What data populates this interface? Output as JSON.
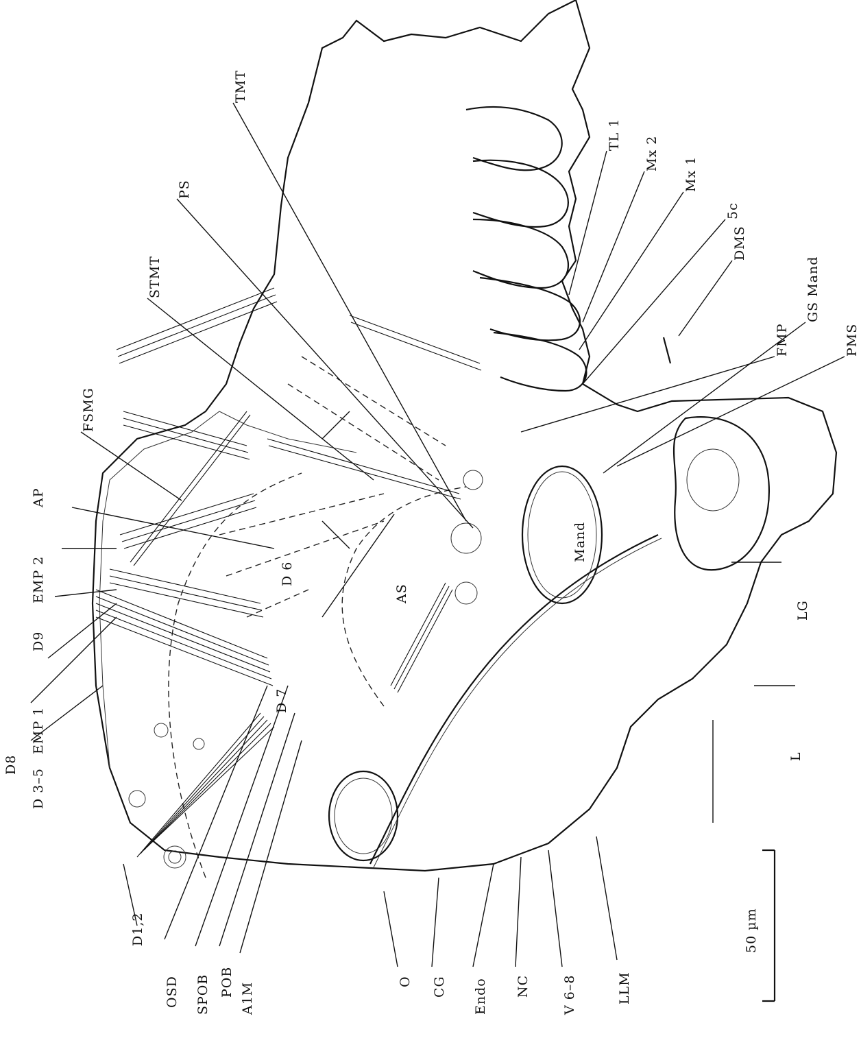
{
  "labels": {
    "TMT": "TMT",
    "PS": "PS",
    "TL1": "TL 1",
    "Mx2": "Mx 2",
    "Mx1": "Mx 1",
    "c5": "5c",
    "DMS": "DMS",
    "STMT": "STMT",
    "FMP": "FMP",
    "GSMand": "GS Mand",
    "PMS": "PMS",
    "FSMG": "FSMG",
    "AP": "AP",
    "EMP2": "EMP 2",
    "D9": "D9",
    "EMP1": "EMP 1",
    "D8": "D8",
    "D35": "D 3–5",
    "D6": "D 6",
    "D7": "D 7",
    "AS": "AS",
    "Mand": "Mand",
    "LG": "LG",
    "L": "L",
    "D12": "D1,2",
    "OSD": "OSD",
    "SPOB": "SPOB",
    "POB": "POB",
    "A1M": "A1M",
    "O": "O",
    "CG": "CG",
    "Endo": "Endo",
    "NC": "NC",
    "V68": "V 6–8",
    "LLM": "LLM"
  },
  "scale_bar": {
    "label": "50 µm"
  }
}
